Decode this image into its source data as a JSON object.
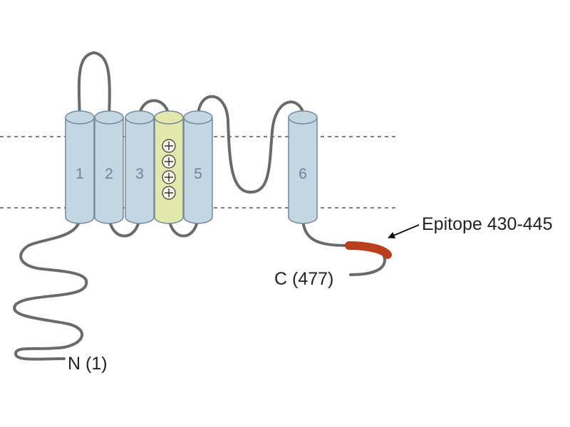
{
  "helices": [
    {
      "id": 1,
      "label": "1",
      "color": "#c3d6e3"
    },
    {
      "id": 2,
      "label": "2",
      "color": "#c3d6e3"
    },
    {
      "id": 3,
      "label": "3",
      "color": "#c3d6e3"
    },
    {
      "id": 4,
      "label": "",
      "color": "#e2e7aa",
      "charges": 4
    },
    {
      "id": 5,
      "label": "5",
      "color": "#c3d6e3"
    },
    {
      "id": 6,
      "label": "6",
      "color": "#c3d6e3"
    }
  ],
  "labels": {
    "n_terminus": "N (1)",
    "c_terminus": "C (477)",
    "epitope": "Epitope 430-445"
  },
  "colors": {
    "epitope": "#b9401f",
    "loop": "#6a6a6a",
    "helix_outline": "#77889a"
  }
}
